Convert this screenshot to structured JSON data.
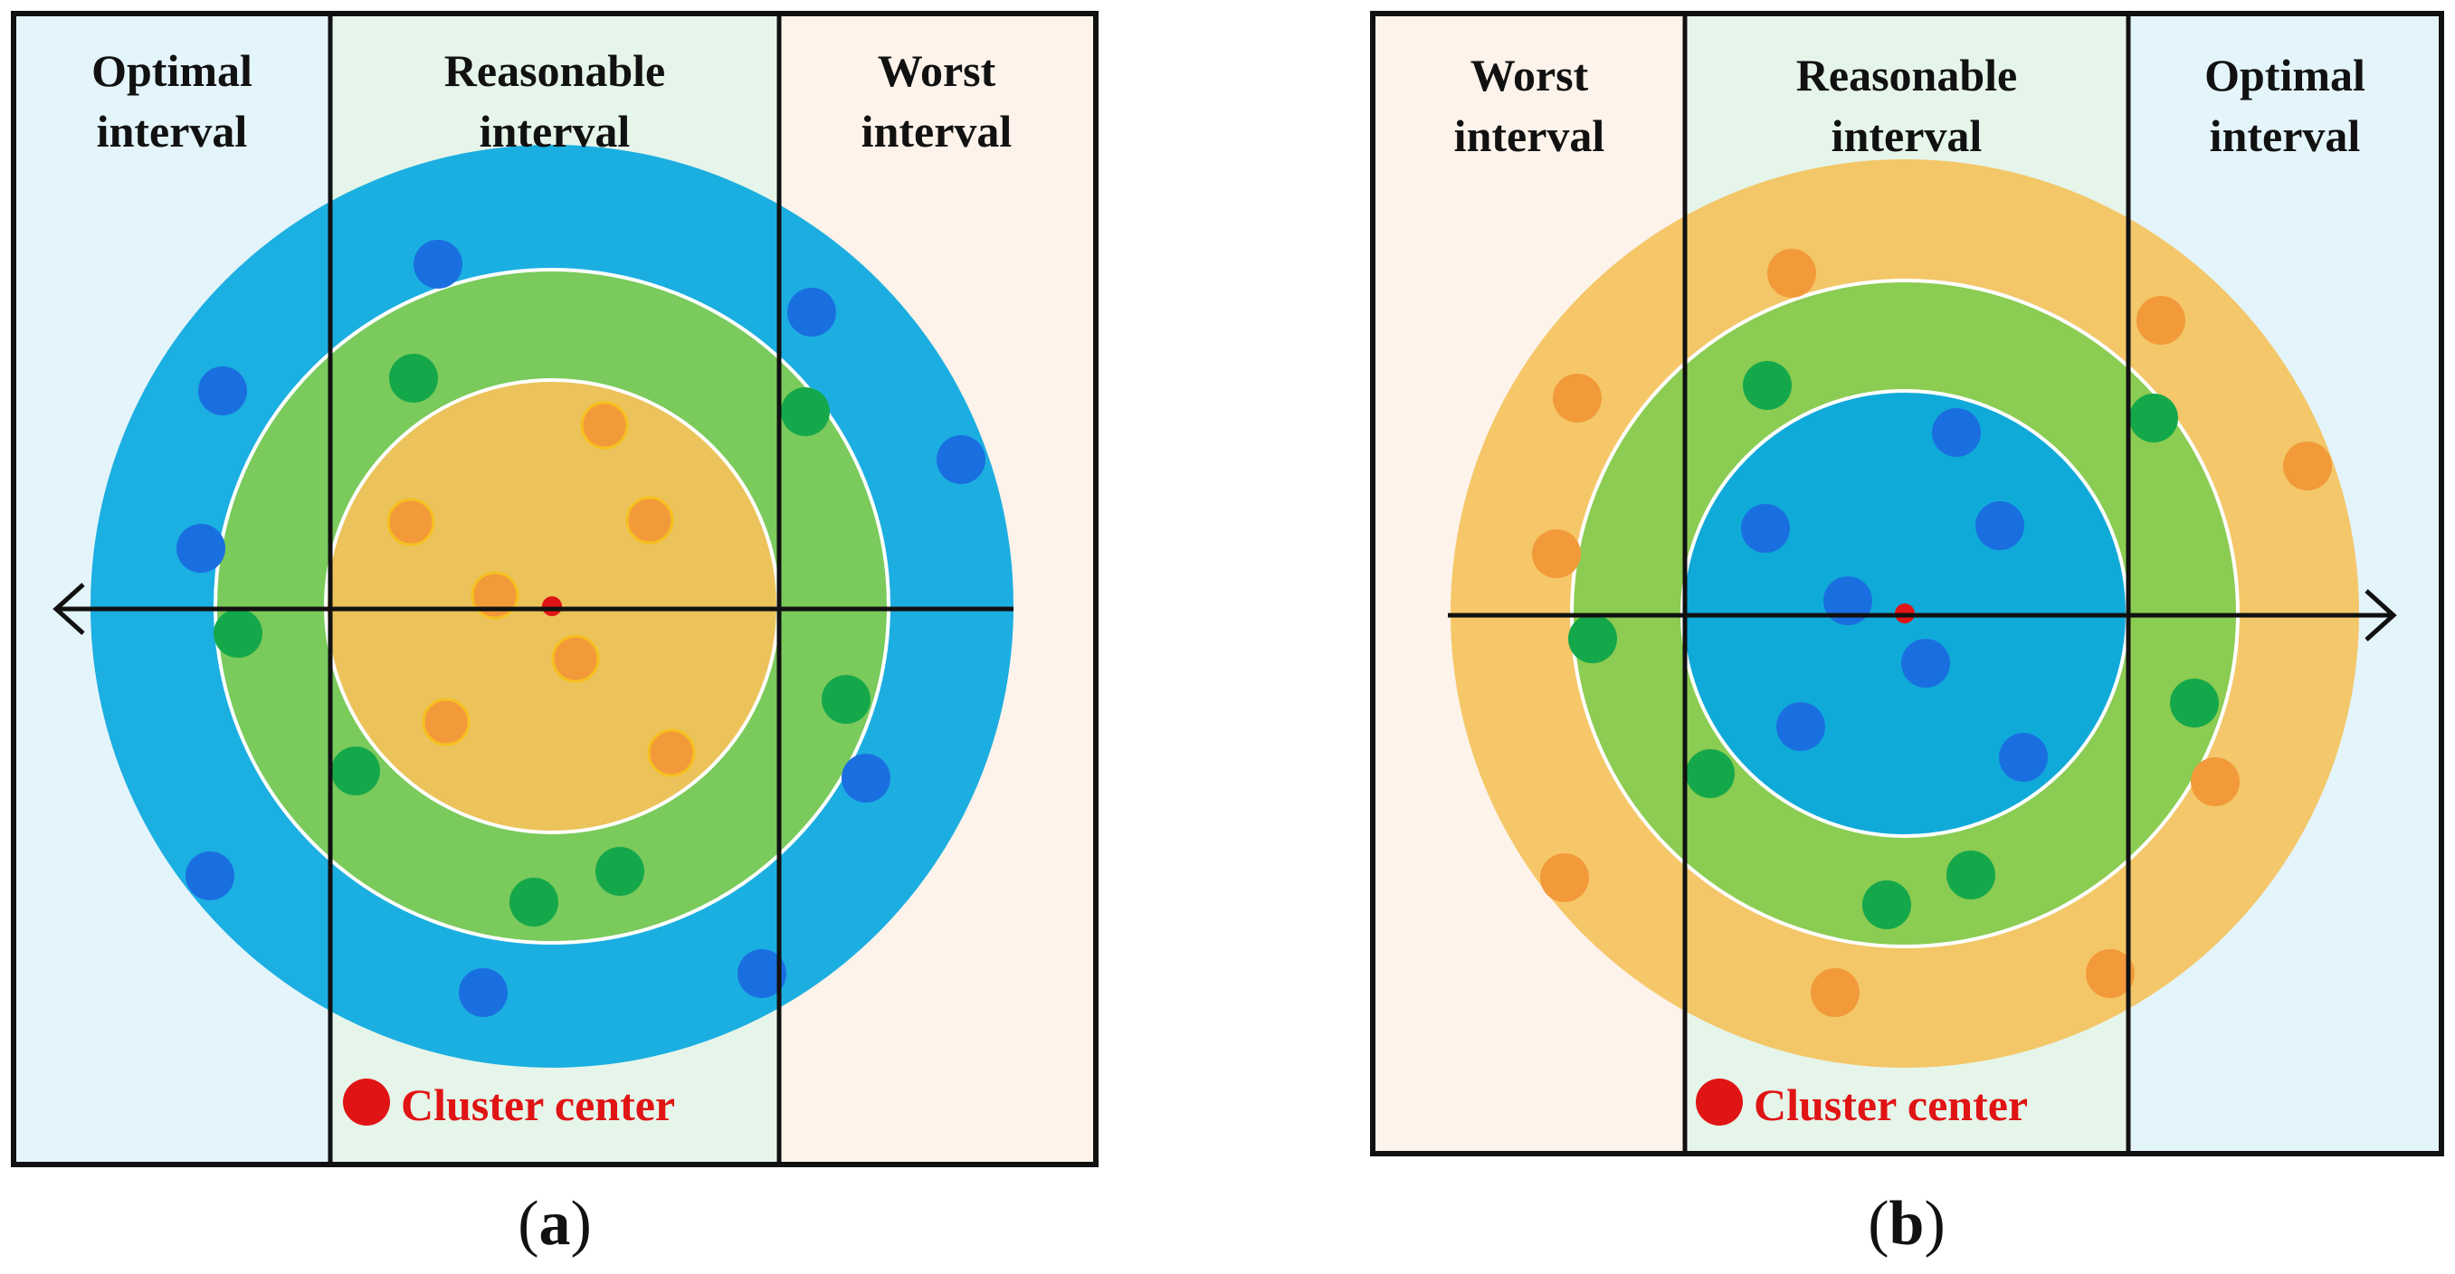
{
  "colors": {
    "optimal_bg": "#e4f4fb",
    "reasonable_bg": "#e6f5ea",
    "worst_bg": "#fdf3ea",
    "blue_ring": "#0aa8e0",
    "green_ring": "#82cc50",
    "orange_ring": "#f4c25a",
    "blue_point": "#1a6fe0",
    "green_point": "#15a84a",
    "orange_point": "#f29a3a",
    "center": "#e01414",
    "frame": "#111111"
  },
  "panels": [
    {
      "id": "a",
      "caption": {
        "open": "(",
        "letter": "a",
        "close": ")"
      },
      "intervals": [
        {
          "kind": "optimal",
          "line1": "Optimal",
          "line2": "interval"
        },
        {
          "kind": "reasonable",
          "line1": "Reasonable",
          "line2": "interval"
        },
        {
          "kind": "worst",
          "line1": "Worst",
          "line2": "interval"
        }
      ],
      "rings": [
        "blue",
        "green",
        "orange"
      ],
      "axis_arrow": "left",
      "legend": "Cluster center"
    },
    {
      "id": "b",
      "caption": {
        "open": "(",
        "letter": "b",
        "close": ")"
      },
      "intervals": [
        {
          "kind": "worst",
          "line1": "Worst",
          "line2": "interval"
        },
        {
          "kind": "reasonable",
          "line1": "Reasonable",
          "line2": "interval"
        },
        {
          "kind": "optimal",
          "line1": "Optimal",
          "line2": "interval"
        }
      ],
      "rings": [
        "orange",
        "green",
        "blue"
      ],
      "axis_arrow": "right",
      "legend": "Cluster center"
    }
  ]
}
